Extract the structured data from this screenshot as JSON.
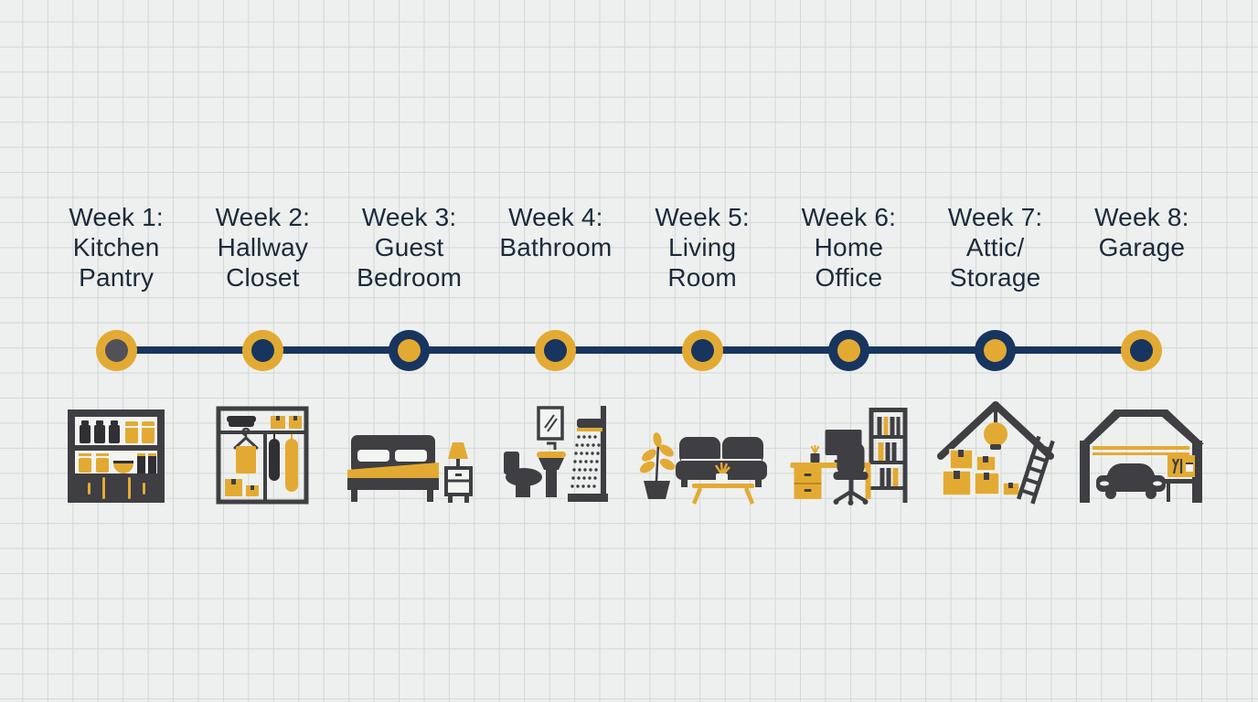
{
  "page": {
    "background_color": "#EDF0EE",
    "grid_line_color": "#D3D8D4",
    "description": "8-week home decluttering timeline infographic on graph paper background"
  },
  "palette": {
    "navy": "#17355E",
    "yellow": "#E3AA33",
    "charcoal": "#3E3E43",
    "dark_gray_node": "#515157",
    "text": "#1B2A3C",
    "white": "#F2F4F2"
  },
  "timeline": {
    "line_color": "#17355E",
    "columns": [
      {
        "week": "Week 1:",
        "room_lines": [
          "Kitchen",
          "Pantry"
        ],
        "icon": "pantry-icon",
        "node": {
          "ring": "#E3AA33",
          "center": "#515157"
        }
      },
      {
        "week": "Week 2:",
        "room_lines": [
          "Hallway",
          "Closet"
        ],
        "icon": "closet-icon",
        "node": {
          "ring": "#E3AA33",
          "center": "#17355E"
        }
      },
      {
        "week": "Week 3:",
        "room_lines": [
          "Guest",
          "Bedroom"
        ],
        "icon": "bed-icon",
        "node": {
          "ring": "#17355E",
          "center": "#E3AA33"
        }
      },
      {
        "week": "Week 4:",
        "room_lines": [
          "Bathroom"
        ],
        "icon": "bathroom-icon",
        "node": {
          "ring": "#E3AA33",
          "center": "#17355E"
        }
      },
      {
        "week": "Week 5:",
        "room_lines": [
          "Living",
          "Room"
        ],
        "icon": "sofa-icon",
        "node": {
          "ring": "#E3AA33",
          "center": "#17355E"
        }
      },
      {
        "week": "Week 6:",
        "room_lines": [
          "Home",
          "Office"
        ],
        "icon": "desk-icon",
        "node": {
          "ring": "#17355E",
          "center": "#E3AA33"
        }
      },
      {
        "week": "Week 7:",
        "room_lines": [
          "Attic/",
          "Storage"
        ],
        "icon": "attic-icon",
        "node": {
          "ring": "#17355E",
          "center": "#E3AA33"
        }
      },
      {
        "week": "Week 8:",
        "room_lines": [
          "Garage"
        ],
        "icon": "garage-icon",
        "node": {
          "ring": "#E3AA33",
          "center": "#17355E"
        }
      }
    ]
  }
}
